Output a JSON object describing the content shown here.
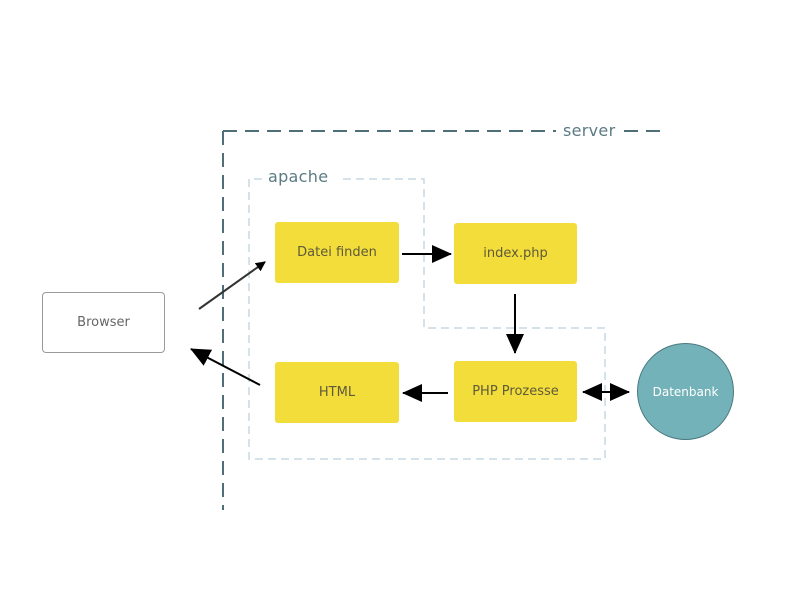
{
  "diagram": {
    "server_label": "server",
    "apache_label": "apache",
    "nodes": {
      "browser": "Browser",
      "datei_finden": "Datei finden",
      "index_php": "index.php",
      "php_prozesse": "PHP Prozesse",
      "html": "HTML",
      "datenbank": "Datenbank"
    }
  },
  "colors": {
    "process_box": "#f2dd3a",
    "database": "#73b2b8",
    "server_border": "#4f6f78",
    "apache_border": "#c7d8e2",
    "arrow": "#000000"
  }
}
